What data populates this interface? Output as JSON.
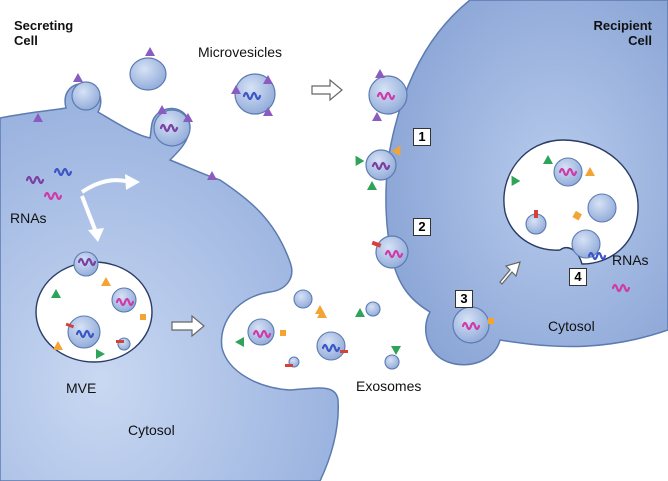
{
  "labels": {
    "secreting_cell_line1": "Secreting",
    "secreting_cell_line2": "Cell",
    "recipient_cell_line1": "Recipient",
    "recipient_cell_line2": "Cell",
    "microvesicles": "Microvesicles",
    "rnas_left": "RNAs",
    "rnas_right": "RNAs",
    "mve": "MVE",
    "cytosol_left": "Cytosol",
    "cytosol_right": "Cytosol",
    "exosomes": "Exosomes"
  },
  "steps": [
    "1",
    "2",
    "3",
    "4"
  ],
  "colors": {
    "cell_fill": "#a9c0e6",
    "cell_edge": "#5c7bb0",
    "vesicle_fill": "#ffffff",
    "rna_purple": "#7a3fa0",
    "rna_blue": "#3b56c4",
    "rna_magenta": "#d03aa8",
    "marker_green": "#2fa35a",
    "marker_orange": "#f2a533",
    "marker_red": "#d6403a",
    "marker_violet": "#8b5cc0"
  }
}
